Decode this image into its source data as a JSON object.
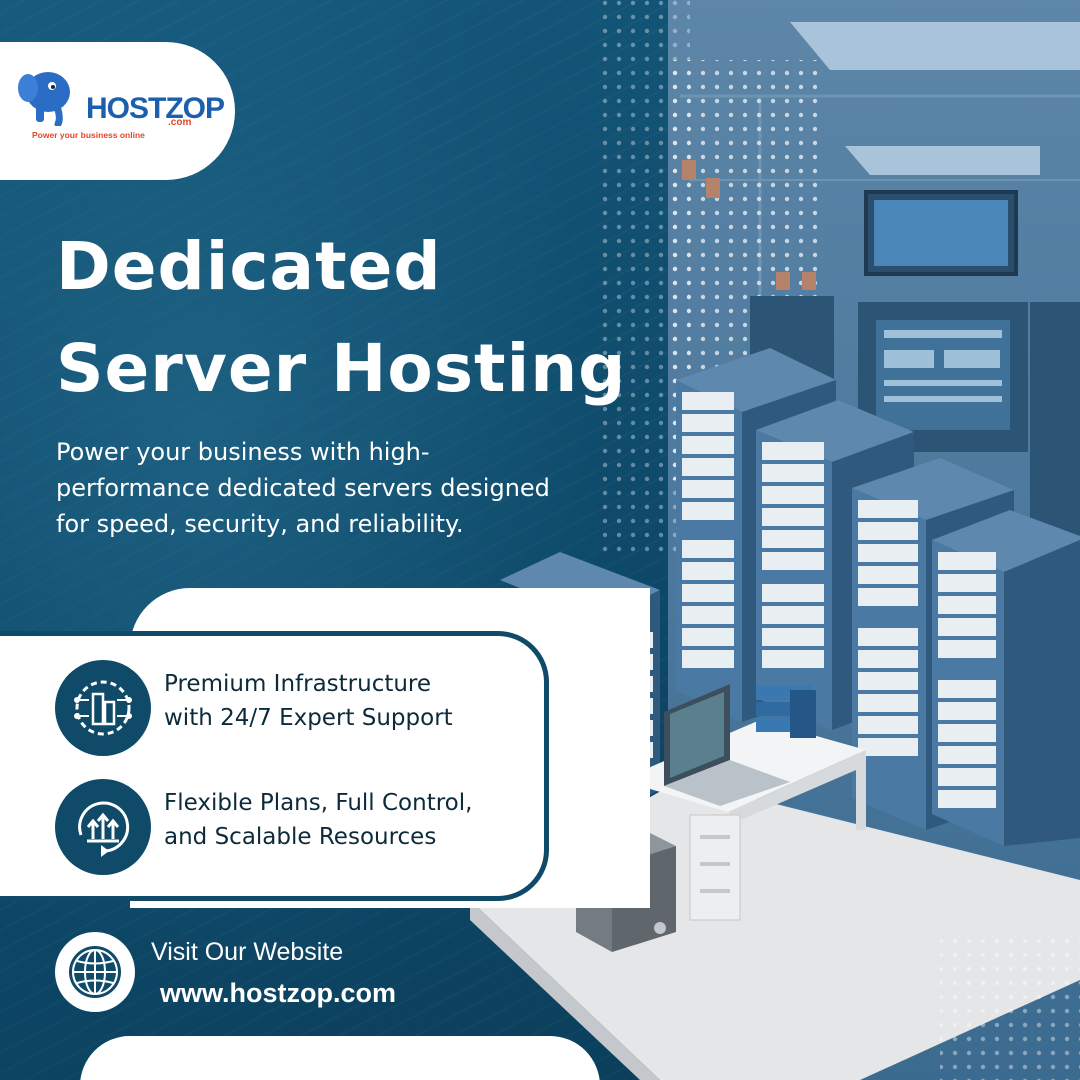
{
  "brand": {
    "name_part1": "HOST",
    "name_part2": "ZOP",
    "domain_suffix": ".com",
    "tagline": "Power your business online",
    "colors": {
      "primary": "#0f4a68",
      "logo_blue": "#1b5fae",
      "logo_red": "#e2472a",
      "white": "#ffffff"
    }
  },
  "headline": {
    "line1": "Dedicated",
    "line2": "Server Hosting"
  },
  "subtitle": {
    "line1": "Power your business with high-",
    "line2": "performance dedicated servers designed",
    "line3": "for speed, security, and reliability."
  },
  "features": [
    {
      "icon": "circuit-building-icon",
      "line1": "Premium Infrastructure",
      "line2": "with 24/7 Expert Support"
    },
    {
      "icon": "growth-arrows-icon",
      "line1": "Flexible Plans, Full Control,",
      "line2": "and Scalable Resources"
    }
  ],
  "website": {
    "icon": "globe-icon",
    "label": "Visit Our Website",
    "url": "www.hostzop.com"
  }
}
